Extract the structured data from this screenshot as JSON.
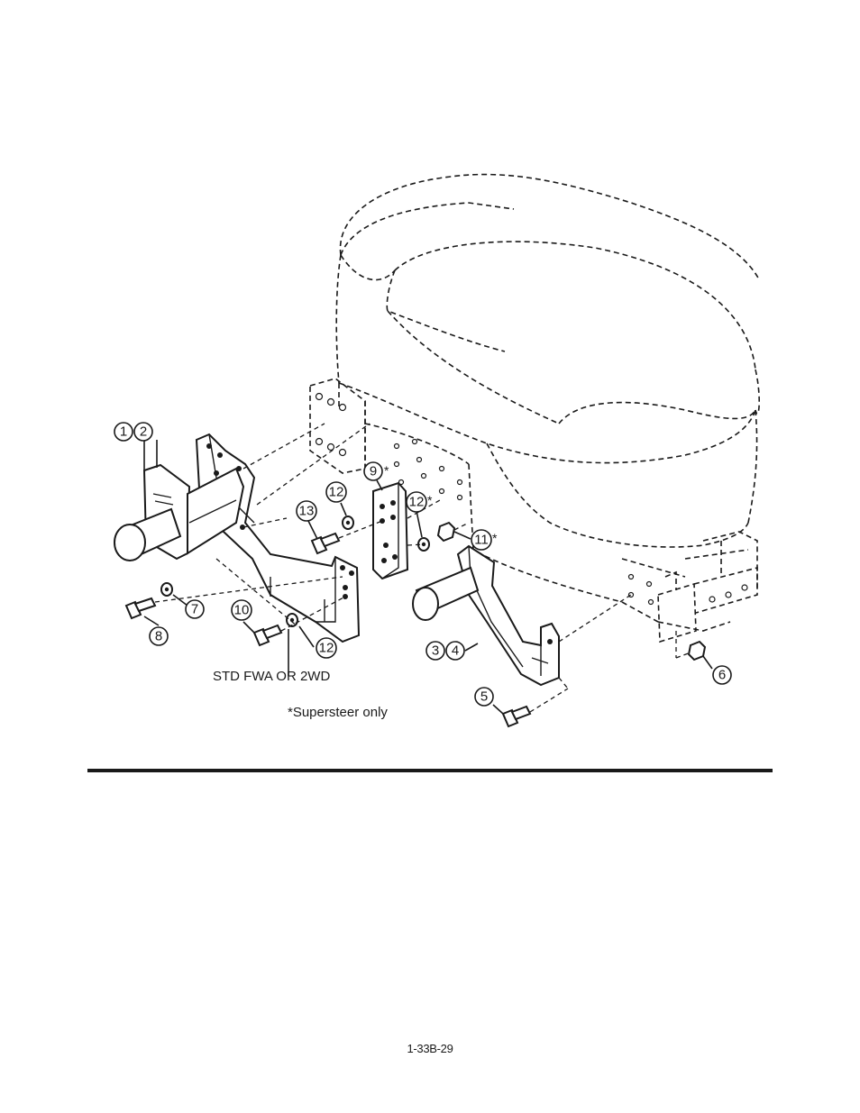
{
  "callouts": {
    "c1": "1",
    "c2": "2",
    "c3": "3",
    "c4": "4",
    "c5": "5",
    "c6": "6",
    "c7": "7",
    "c8": "8",
    "c9": "9",
    "c10": "10",
    "c11": "11",
    "c12a": "12",
    "c12b": "12",
    "c12c": "12",
    "c13": "13",
    "star": "*"
  },
  "notes": {
    "std_fwa": "STD FWA OR 2WD",
    "supersteer": "*Supersteer only"
  },
  "footer": {
    "page_number": "1-33B-29"
  }
}
